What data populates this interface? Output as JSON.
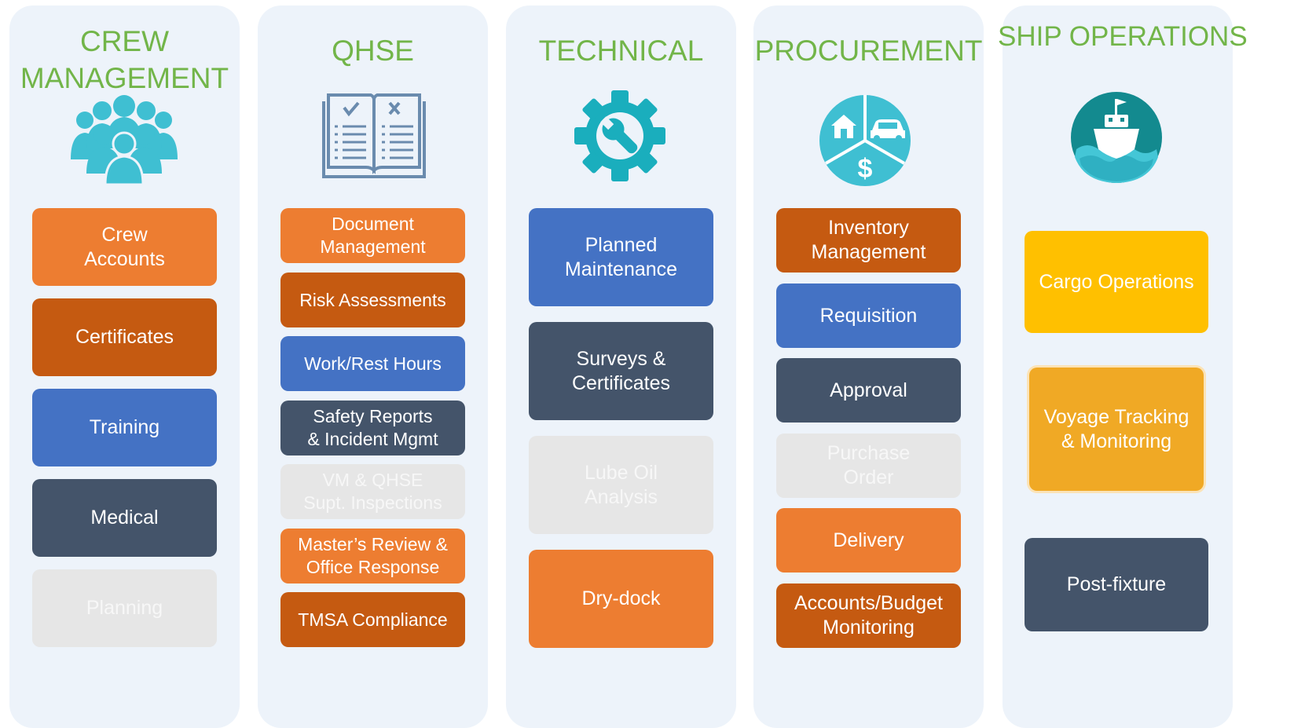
{
  "columns": [
    {
      "title": "CREW\nMANAGEMENT",
      "icon": "people-group-icon",
      "tiles": [
        {
          "label": "Crew\nAccounts",
          "color": "#ed7d31"
        },
        {
          "label": "Certificates",
          "color": "#c55a11"
        },
        {
          "label": "Training",
          "color": "#4472c4"
        },
        {
          "label": "Medical",
          "color": "#44546a"
        },
        {
          "label": "Planning",
          "color": "#e6e6e6"
        }
      ]
    },
    {
      "title": "QHSE",
      "icon": "open-checklist-book-icon",
      "tiles": [
        {
          "label": "Document\nManagement",
          "color": "#ed7d31"
        },
        {
          "label": "Risk Assessments",
          "color": "#c55a11"
        },
        {
          "label": "Work/Rest Hours",
          "color": "#4472c4"
        },
        {
          "label": "Safety Reports\n& Incident Mgmt",
          "color": "#44546a"
        },
        {
          "label": "VM & QHSE\nSupt. Inspections",
          "color": "#e6e6e6"
        },
        {
          "label": "Master’s Review &\nOffice Response",
          "color": "#ed7d31"
        },
        {
          "label": "TMSA Compliance",
          "color": "#c55a11"
        }
      ]
    },
    {
      "title": "TECHNICAL",
      "icon": "gear-wrench-icon",
      "tiles": [
        {
          "label": "Planned\nMaintenance",
          "color": "#4472c4"
        },
        {
          "label": "Surveys &\nCertificates",
          "color": "#44546a"
        },
        {
          "label": "Lube Oil\nAnalysis",
          "color": "#e6e6e6"
        },
        {
          "label": "Dry-dock",
          "color": "#ed7d31"
        }
      ]
    },
    {
      "title": "PROCUREMENT",
      "icon": "house-car-dollar-pie-icon",
      "tiles": [
        {
          "label": "Inventory\nManagement",
          "color": "#c55a11"
        },
        {
          "label": "Requisition",
          "color": "#4472c4"
        },
        {
          "label": "Approval",
          "color": "#44546a"
        },
        {
          "label": "Purchase\nOrder",
          "color": "#e6e6e6"
        },
        {
          "label": "Delivery",
          "color": "#ed7d31"
        },
        {
          "label": "Accounts/Budget\nMonitoring",
          "color": "#c55a11"
        }
      ]
    },
    {
      "title": "SHIP OPERATIONS",
      "icon": "ship-on-waves-icon",
      "tiles": [
        {
          "label": "Cargo Operations",
          "color": "#ffc000"
        },
        {
          "label": "Voyage Tracking\n& Monitoring",
          "color": "#f0a925"
        },
        {
          "label": "Post-fixture",
          "color": "#44546a"
        }
      ]
    }
  ],
  "colors": {
    "title_green": "#72b549",
    "column_bg": "#edf3fa",
    "icon_teal": "#3fbfd2",
    "icon_slate": "#6a8bae",
    "icon_gear": "#1aaebd",
    "icon_ship_bg": "#138a8f"
  }
}
